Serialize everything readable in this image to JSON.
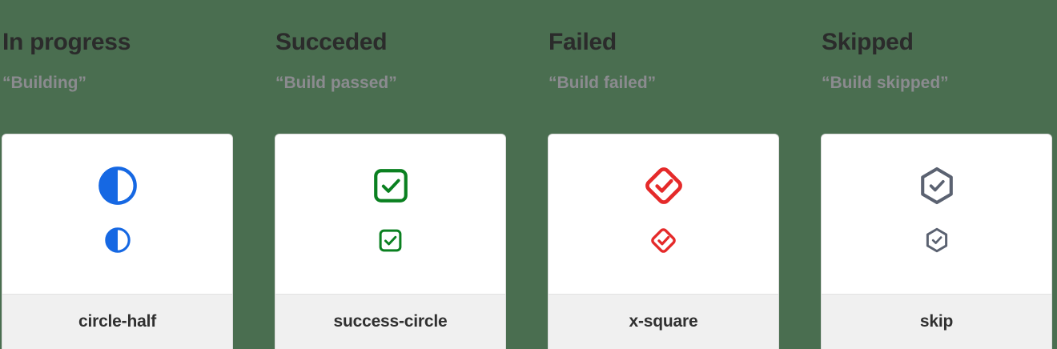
{
  "page": {
    "background_color": "#4a6e50",
    "card_background": "#ffffff",
    "card_footer_background": "#f0f0f0",
    "heading_color": "#2b2b2b",
    "subheading_color": "#8b8b8f",
    "footer_label_color": "#303030"
  },
  "columns": [
    {
      "title": "In progress",
      "subtitle": "“Building”",
      "icon_name": "circle-half",
      "icon_label": "circle-half",
      "icon_color": "#1668e3",
      "sizes": [
        "large",
        "small"
      ]
    },
    {
      "title": "Succeded",
      "subtitle": "“Build passed”",
      "icon_name": "success-circle",
      "icon_label": "success-circle",
      "icon_color": "#0a8020",
      "sizes": [
        "large",
        "small"
      ]
    },
    {
      "title": "Failed",
      "subtitle": "“Build failed”",
      "icon_name": "x-square",
      "icon_label": "x-square",
      "icon_color": "#e52a2a",
      "sizes": [
        "large",
        "small"
      ]
    },
    {
      "title": "Skipped",
      "subtitle": "“Build skipped”",
      "icon_name": "skip",
      "icon_label": "skip",
      "icon_color": "#5b6271",
      "sizes": [
        "large",
        "small"
      ]
    }
  ]
}
